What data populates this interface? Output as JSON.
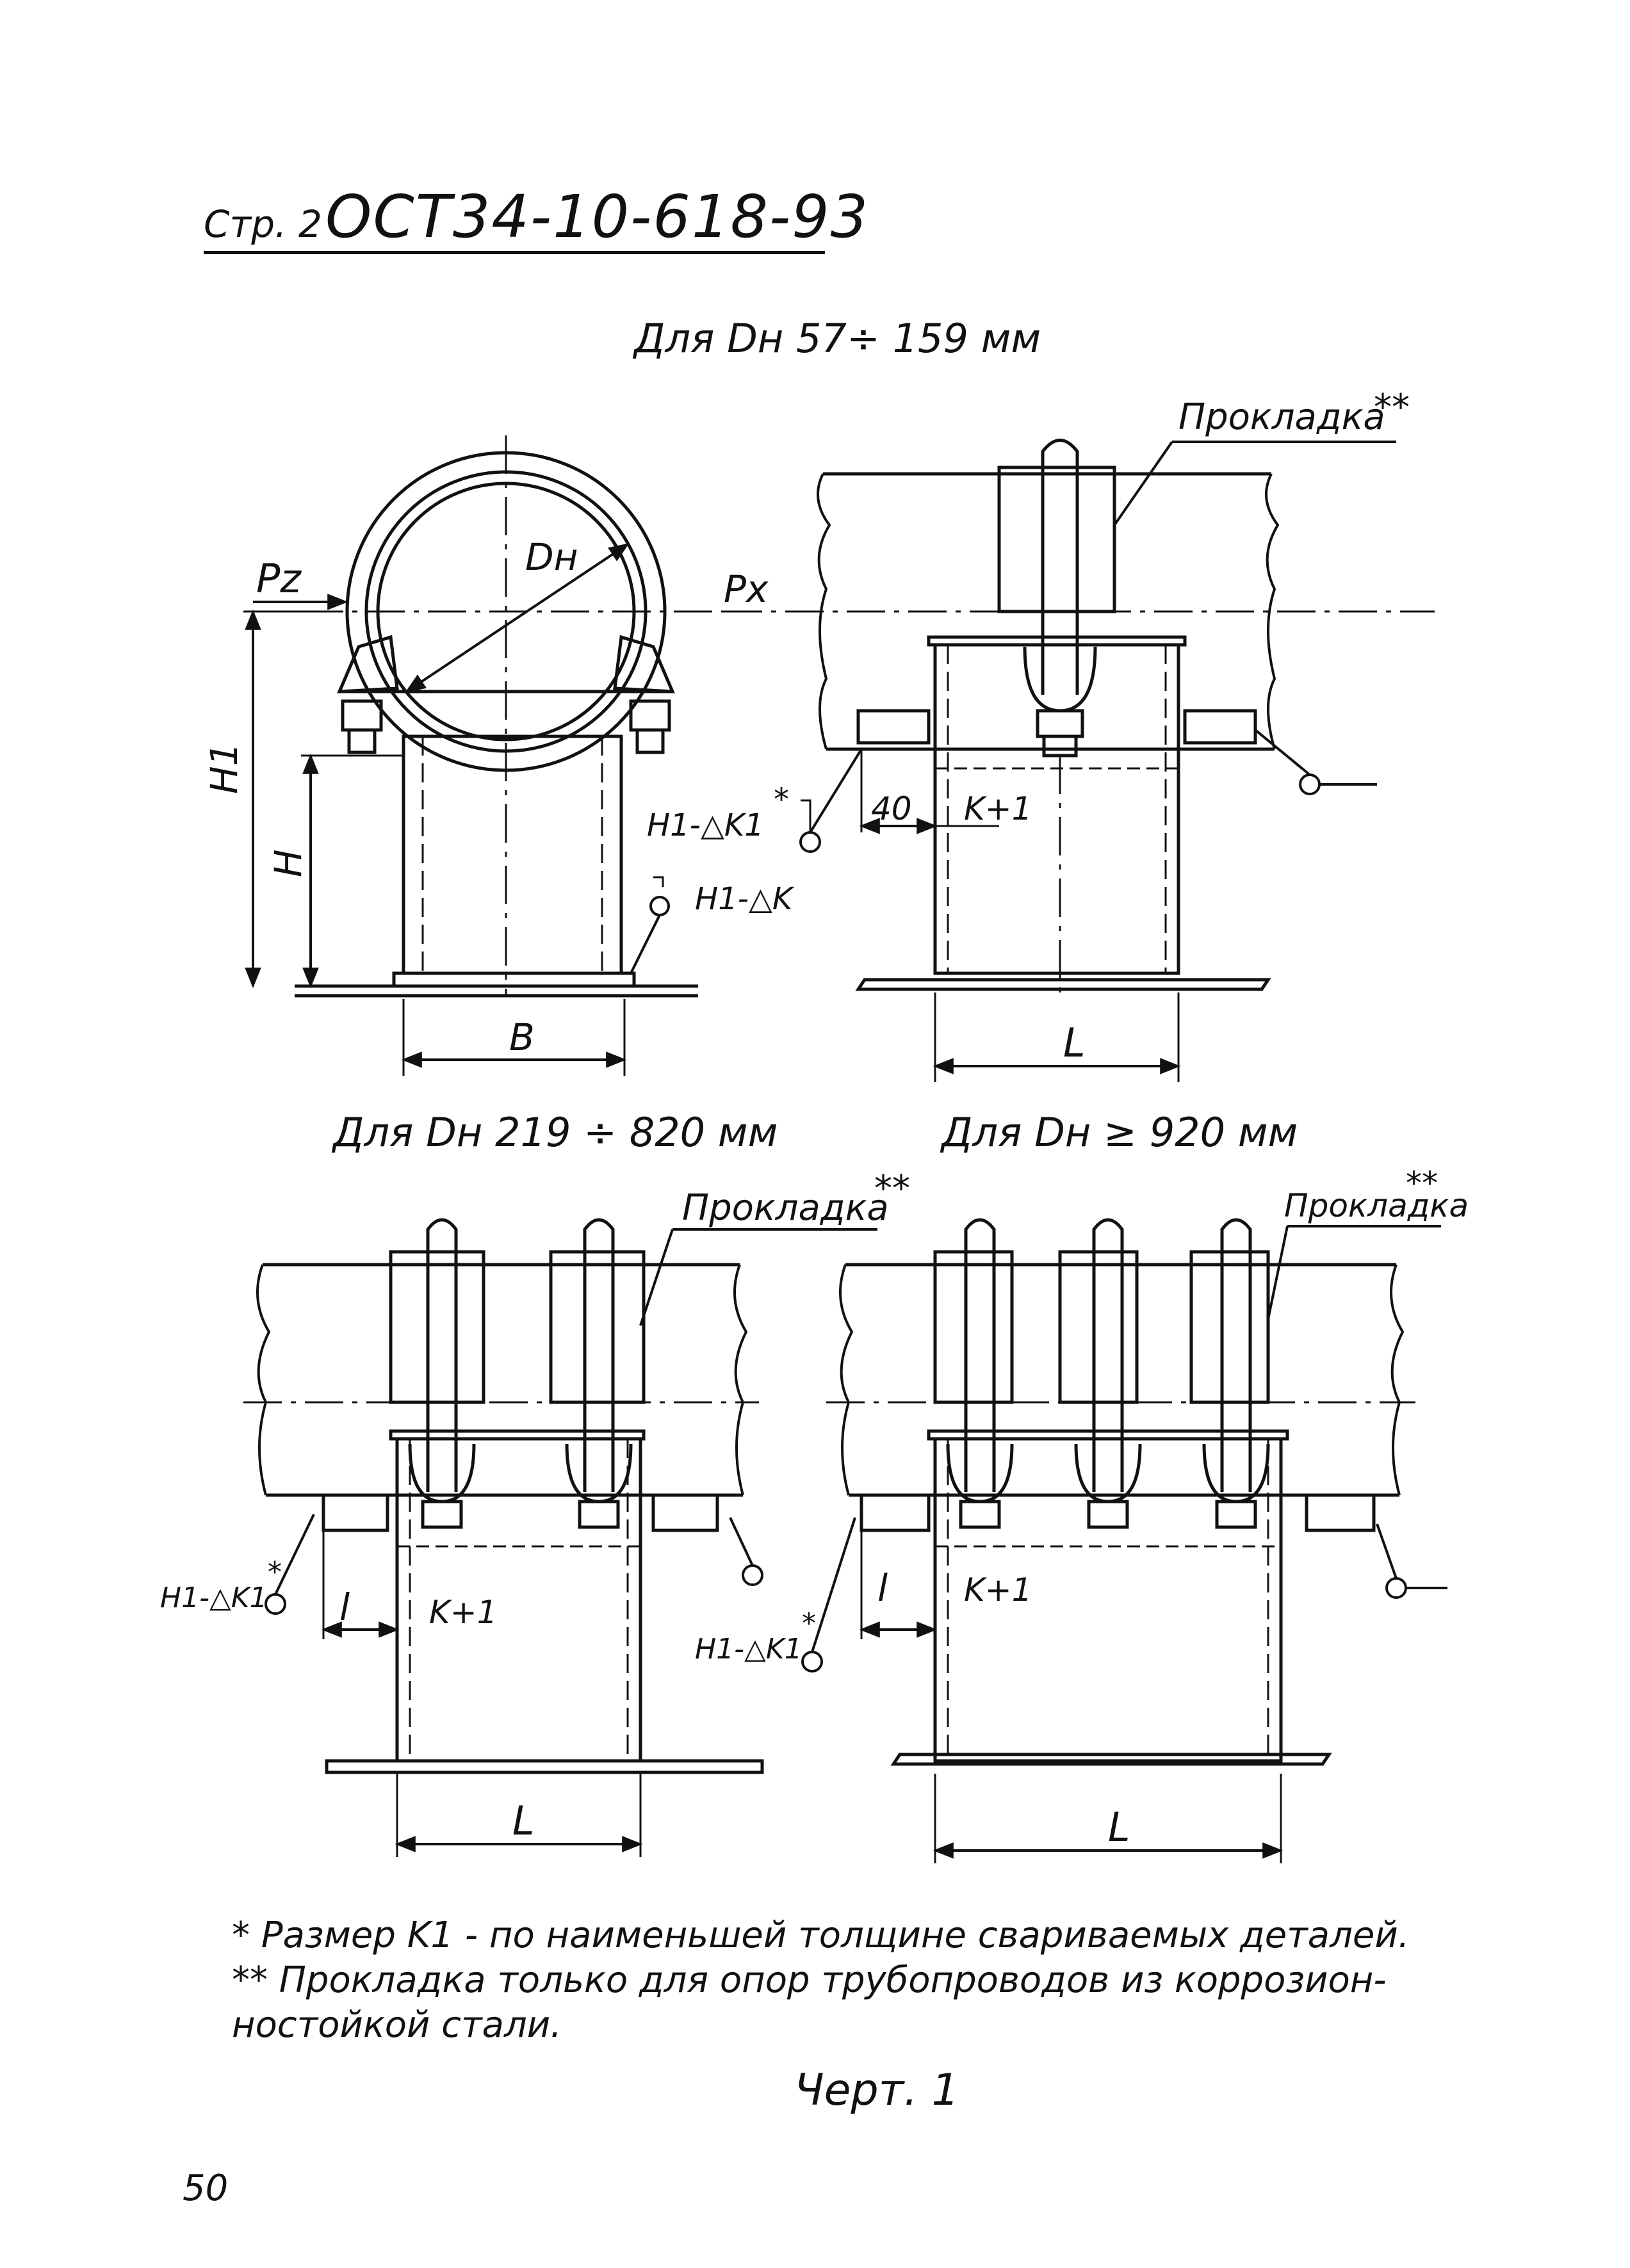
{
  "header": {
    "page_label": "Стр. 2",
    "standard": "ОСТ34-10-618-93"
  },
  "views": {
    "top_title": "Для Dн 57÷ 159 мм",
    "bottom_left_title": "Для Dн 219 ÷ 820 мм",
    "bottom_right_title": "Для Dн ≥ 920 мм"
  },
  "labels": {
    "gasket": "Прокладка",
    "gasket_mark": "**",
    "pz": "Pz",
    "px": "Px",
    "dn": "Dн",
    "h1": "H1",
    "h": "H",
    "b": "B",
    "l_big": "L",
    "l_small": "l",
    "dim_40": "40",
    "k_plus_1": "K+1",
    "weld_h1_k1": "H1-△K1",
    "weld_star": "*",
    "weld_h1_k": "H1-△K"
  },
  "notes": {
    "note1": "* Размер K1 - по наименьшей толщине свариваемых деталей.",
    "note2_line1": "** Прокладка только для опор трубопроводов из коррозион-",
    "note2_line2": "ностойкой стали."
  },
  "figure_caption": "Черт. 1",
  "page_number": "50"
}
